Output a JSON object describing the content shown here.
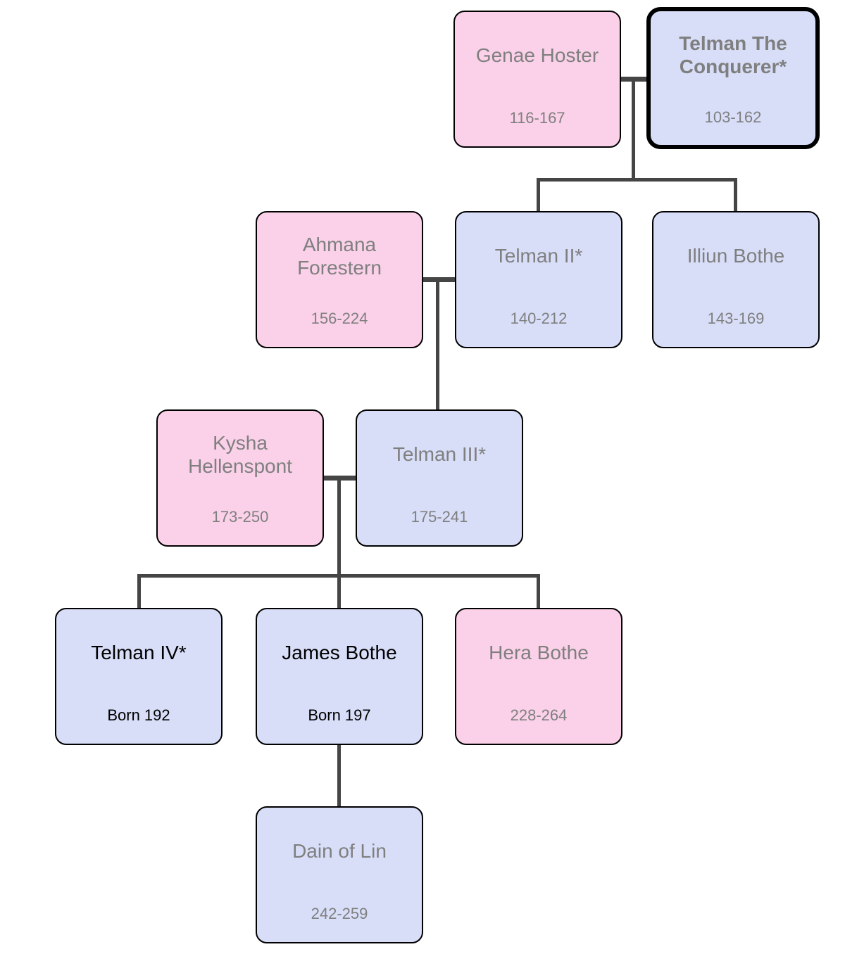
{
  "people": [
    {
      "name": "Genae Hoster",
      "dates": "116-167",
      "fill": "pink",
      "text_color": "#7f7f7f",
      "emphasized": false
    },
    {
      "name": "Telman The Conquerer*",
      "dates": "103-162",
      "fill": "blue",
      "text_color": "#7f7f7f",
      "emphasized": true
    },
    {
      "name": "Ahmana Forestern",
      "dates": "156-224",
      "fill": "pink",
      "text_color": "#7f7f7f",
      "emphasized": false
    },
    {
      "name": "Telman II*",
      "dates": "140-212",
      "fill": "blue",
      "text_color": "#7f7f7f",
      "emphasized": false
    },
    {
      "name": "Illiun Bothe",
      "dates": "143-169",
      "fill": "blue",
      "text_color": "#7f7f7f",
      "emphasized": false
    },
    {
      "name": "Kysha Hellenspont",
      "dates": "173-250",
      "fill": "pink",
      "text_color": "#7f7f7f",
      "emphasized": false
    },
    {
      "name": "Telman III*",
      "dates": "175-241",
      "fill": "blue",
      "text_color": "#7f7f7f",
      "emphasized": false
    },
    {
      "name": "Telman IV*",
      "dates": "Born 192",
      "fill": "blue",
      "text_color": "#000000",
      "emphasized": false
    },
    {
      "name": "James Bothe",
      "dates": "Born 197",
      "fill": "blue",
      "text_color": "#000000",
      "emphasized": false
    },
    {
      "name": "Hera Bothe",
      "dates": "228-264",
      "fill": "pink",
      "text_color": "#7f7f7f",
      "emphasized": false
    },
    {
      "name": "Dain of Lin",
      "dates": "242-259",
      "fill": "blue",
      "text_color": "#7f7f7f",
      "emphasized": false
    }
  ],
  "relationships": {
    "marriages": [
      [
        "Genae Hoster",
        "Telman The Conquerer*"
      ],
      [
        "Ahmana Forestern",
        "Telman II*"
      ],
      [
        "Kysha Hellenspont",
        "Telman III*"
      ]
    ],
    "children": [
      {
        "parents": [
          "Genae Hoster",
          "Telman The Conquerer*"
        ],
        "children": [
          "Telman II*",
          "Illiun Bothe"
        ]
      },
      {
        "parents": [
          "Ahmana Forestern",
          "Telman II*"
        ],
        "children": [
          "Telman III*"
        ]
      },
      {
        "parents": [
          "Kysha Hellenspont",
          "Telman III*"
        ],
        "children": [
          "Telman IV*",
          "James Bothe",
          "Hera Bothe"
        ]
      },
      {
        "parents": [
          "James Bothe"
        ],
        "children": [
          "Dain of Lin"
        ]
      }
    ]
  },
  "colors": {
    "pink_fill": "#fad1e8",
    "blue_fill": "#d8def8",
    "connector": "#454545",
    "gray_text": "#7f7f7f",
    "black_text": "#000000",
    "box_border": "#000000"
  }
}
